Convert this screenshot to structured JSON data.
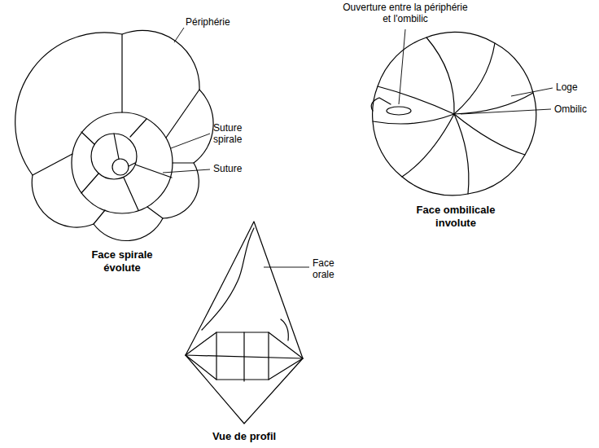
{
  "diagram": {
    "labels": [
      "Ouverture entre la périphérie et l'ombilic",
      "Périphérie",
      "Suture spirale",
      "Suture",
      "Loge",
      "Ombilic",
      "Face spirale évolute",
      "Face ombilicale involute",
      "Face orale",
      "Vue de profil"
    ]
  }
}
